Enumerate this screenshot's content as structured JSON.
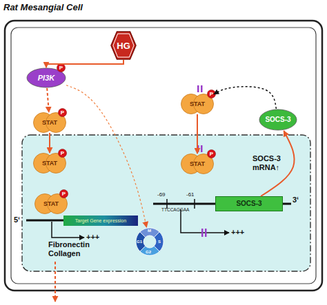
{
  "diagram": {
    "title": "Rat Mesangial Cell",
    "nodes": [
      {
        "text": [
          "HG"
        ]
      },
      {
        "text": [
          "PI3K"
        ]
      },
      {
        "text": [
          "P"
        ],
        "in": 1
      },
      {
        "text": [
          "STAT"
        ]
      },
      {
        "text": [
          "P"
        ],
        "in": 3
      },
      {
        "text": [
          "STAT"
        ]
      },
      {
        "text": [
          "P"
        ],
        "in": 5
      },
      {
        "text": [
          "STAT"
        ]
      },
      {
        "text": [
          "P"
        ],
        "in": 7
      },
      {
        "text": [
          "Target Gene expression"
        ]
      },
      {
        "text": [
          "G1",
          "S",
          "G2",
          "M"
        ]
      },
      {
        "text": [
          "STAT"
        ]
      },
      {
        "text": [
          "P"
        ],
        "in": 11
      },
      {
        "text": [
          "STAT"
        ]
      },
      {
        "text": [
          "P"
        ],
        "in": 13
      },
      {
        "text": [
          "SOCS-3"
        ]
      },
      {
        "text": [
          "SOCS-3"
        ]
      }
    ],
    "edges": [
      {
        "from": 0,
        "to": 1,
        "arrow": "to"
      },
      {
        "from": 1,
        "to": 3,
        "arrow": "to"
      },
      {
        "from": 3,
        "to": 5,
        "arrow": "to"
      },
      {
        "from": 1,
        "to": 10,
        "arrow": "to"
      },
      {
        "from": 15,
        "to": 11,
        "arrow": "to"
      },
      {
        "from": 11,
        "to": 13,
        "arrow": "to"
      },
      {
        "from": 16,
        "to": 15,
        "arrow": "to"
      }
    ],
    "labels": [
      "5‘",
      "+++",
      "Fibronectin Collagen",
      "-69",
      "-61",
      "TTCCAGGAA",
      "3‘",
      "+++",
      "SOCS-3 mRNA↑"
    ]
  }
}
